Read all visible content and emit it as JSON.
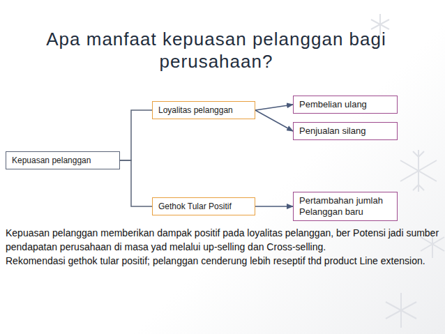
{
  "diagram": {
    "title": "Apa manfaat kepuasan pelanggan bagi perusahaan?",
    "nodes": [
      {
        "text": [
          "Kepuasan pelanggan"
        ]
      },
      {
        "text": [
          "Loyalitas pelanggan"
        ]
      },
      {
        "text": [
          "Gethok Tular Positif"
        ]
      },
      {
        "text": [
          "Pembelian ulang"
        ]
      },
      {
        "text": [
          "Penjualan silang"
        ]
      },
      {
        "text": [
          "Pertambahan jumlah Pelanggan baru"
        ]
      }
    ],
    "edges": [
      {
        "from": 0,
        "to": 1,
        "arrow": "none"
      },
      {
        "from": 0,
        "to": 2,
        "arrow": "none"
      },
      {
        "from": 1,
        "to": 3,
        "arrow": "to"
      },
      {
        "from": 1,
        "to": 4,
        "arrow": "to"
      },
      {
        "from": 2,
        "to": 5,
        "arrow": "to"
      }
    ],
    "labels": [
      "Kepuasan pelanggan memberikan dampak positif pada loyalitas pelanggan, ber Potensi jadi sumber pendapatan perusahaan di masa yad melalui up-selling dan Cross-selling.",
      "Rekomendasi gethok tular positif; pelanggan cenderung lebih reseptif thd product Line extension."
    ]
  }
}
